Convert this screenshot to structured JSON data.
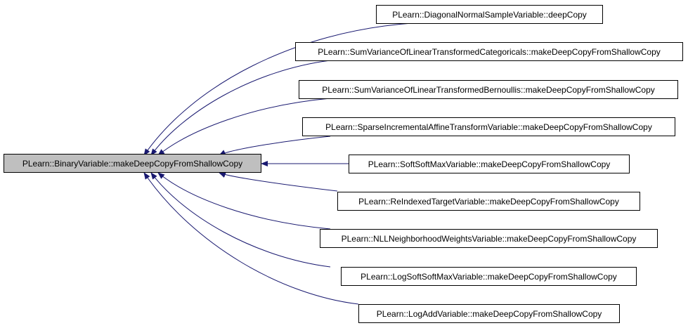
{
  "root": {
    "label": "PLearn::BinaryVariable::makeDeepCopyFromShallowCopy"
  },
  "callers": [
    {
      "label": "PLearn::DiagonalNormalSampleVariable::deepCopy"
    },
    {
      "label": "PLearn::SumVarianceOfLinearTransformedCategoricals::makeDeepCopyFromShallowCopy"
    },
    {
      "label": "PLearn::SumVarianceOfLinearTransformedBernoullis::makeDeepCopyFromShallowCopy"
    },
    {
      "label": "PLearn::SparseIncrementalAffineTransformVariable::makeDeepCopyFromShallowCopy"
    },
    {
      "label": "PLearn::SoftSoftMaxVariable::makeDeepCopyFromShallowCopy"
    },
    {
      "label": "PLearn::ReIndexedTargetVariable::makeDeepCopyFromShallowCopy"
    },
    {
      "label": "PLearn::NLLNeighborhoodWeightsVariable::makeDeepCopyFromShallowCopy"
    },
    {
      "label": "PLearn::LogSoftSoftMaxVariable::makeDeepCopyFromShallowCopy"
    },
    {
      "label": "PLearn::LogAddVariable::makeDeepCopyFromShallowCopy"
    }
  ],
  "colors": {
    "edge": "#191970",
    "root_fill": "#bfbfbf",
    "node_border": "#000000"
  }
}
